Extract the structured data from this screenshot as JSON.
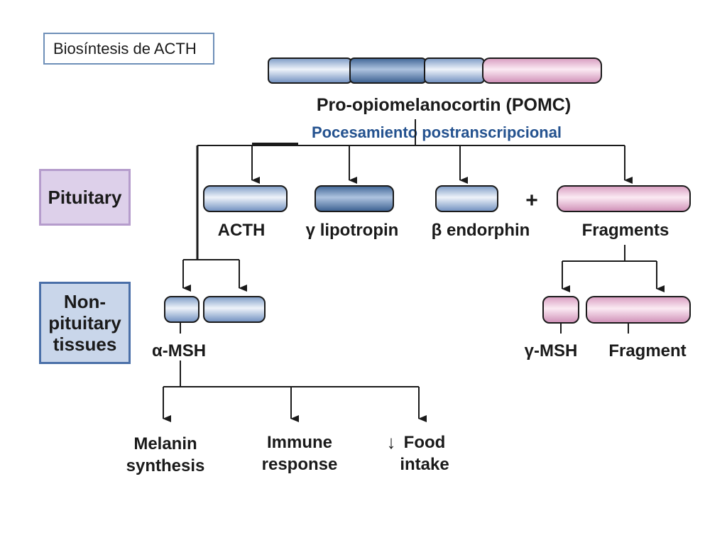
{
  "title": "Biosíntesis de ACTH",
  "colors": {
    "blue_light": "#dbe6f3",
    "blue_mid": "#7d9bc6",
    "blue_dark": "#3f6596",
    "pink_light": "#f8dcea",
    "pink_mid": "#d89cc0",
    "outline": "#1a1a1a",
    "accent_text": "#24528f"
  },
  "precursor": {
    "label": "Pro-opiomelanocortin (POMC)"
  },
  "processing": {
    "label": "Pocesamiento postranscripcional"
  },
  "tissues": {
    "pituitary": "Pituitary",
    "non_pituitary": "Non-\npituitary\ntissues"
  },
  "pituitary_products": {
    "acth": "ACTH",
    "gamma_lipotropin": "γ lipotropin",
    "beta_endorphin": "β endorphin",
    "plus": "+",
    "fragments": "Fragments"
  },
  "non_pituitary_products": {
    "alpha_msh": "α-MSH",
    "gamma_msh": "γ-MSH",
    "fragment": "Fragment"
  },
  "effects": {
    "melanin": [
      "Melanin",
      "synthesis"
    ],
    "immune": [
      "Immune",
      "response"
    ],
    "food": [
      "Food",
      "intake"
    ],
    "food_arrow": "↓"
  }
}
